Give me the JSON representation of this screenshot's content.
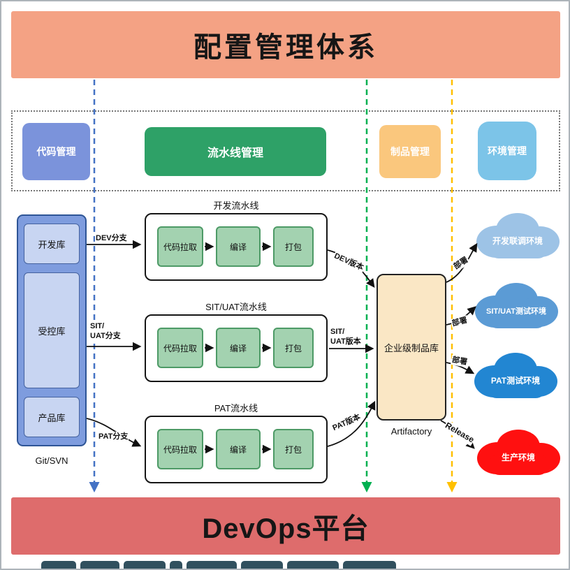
{
  "header": {
    "title": "配置管理体系"
  },
  "footer": {
    "title": "DevOps平台"
  },
  "categories": [
    {
      "label": "代码管理",
      "color": "#7B93DB"
    },
    {
      "label": "流水线管理",
      "color": "#2EA167"
    },
    {
      "label": "制品管理",
      "color": "#FAC77D"
    },
    {
      "label": "环境管理",
      "color": "#7CC4E8"
    }
  ],
  "repo_stack": {
    "items": [
      {
        "label": "开发库"
      },
      {
        "label": "受控库"
      },
      {
        "label": "产品库"
      }
    ],
    "caption": "Git/SVN"
  },
  "pipelines": [
    {
      "title": "开发流水线",
      "steps": [
        "代码拉取",
        "编译",
        "打包"
      ],
      "branch_label": "DEV分支",
      "version_label": "DEV版本"
    },
    {
      "title": "SIT/UAT流水线",
      "steps": [
        "代码拉取",
        "编译",
        "打包"
      ],
      "branch_label": "SIT/\nUAT分支",
      "version_label": "SIT/\nUAT版本"
    },
    {
      "title": "PAT流水线",
      "steps": [
        "代码拉取",
        "编译",
        "打包"
      ],
      "branch_label": "PAT分支",
      "version_label": "PAT版本"
    }
  ],
  "artifact_repo": {
    "label": "企业级制品库",
    "caption": "Artifactory"
  },
  "environments": [
    {
      "label": "开发联调环境",
      "color": "#9DC3E6",
      "arrow_label": "部署"
    },
    {
      "label": "SIT/UAT测试环境",
      "color": "#5B9BD5",
      "arrow_label": "部署"
    },
    {
      "label": "PAT测试环境",
      "color": "#2286D2",
      "arrow_label": "部署"
    },
    {
      "label": "生产环境",
      "color": "#FF1010",
      "arrow_label": "Release"
    }
  ],
  "guide_lines": [
    {
      "name": "code-management-line",
      "color": "#4472C4"
    },
    {
      "name": "pipeline-management-line",
      "color": "#00B050"
    },
    {
      "name": "artifact-management-line",
      "color": "#FFC000"
    }
  ]
}
